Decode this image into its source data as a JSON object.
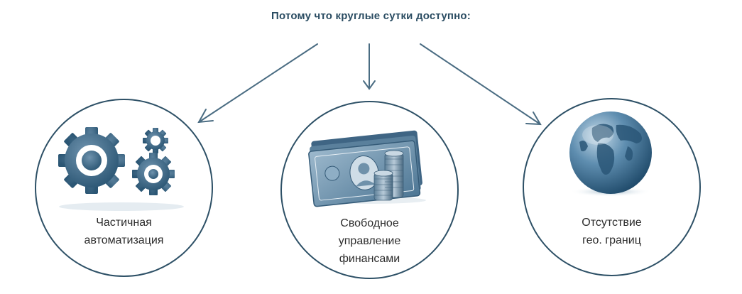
{
  "heading": "Потому что круглые сутки доступно:",
  "items": [
    {
      "icon": "gears-icon",
      "lines": [
        "Частичная",
        "автоматизация"
      ]
    },
    {
      "icon": "money-coins-icon",
      "lines": [
        "Свободное",
        "управление",
        "финансами"
      ]
    },
    {
      "icon": "globe-icon",
      "lines": [
        "Отсутствие",
        "гео. границ"
      ]
    }
  ],
  "colors": {
    "outline": "#2d5066",
    "heading": "#2a4c62",
    "icon_dark": "#2f5a78",
    "icon_light": "#7fa3bd"
  }
}
